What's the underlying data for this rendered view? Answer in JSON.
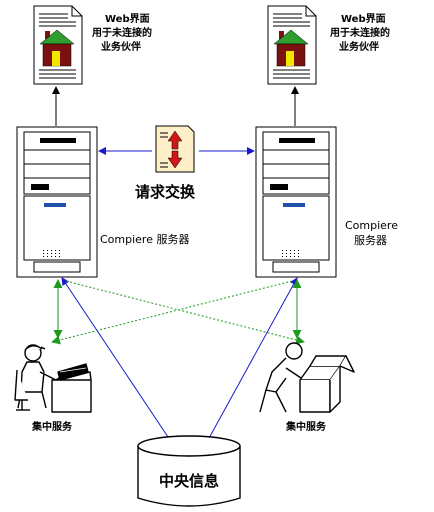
{
  "web_interface_left": {
    "line1": "Web界面",
    "line2": "用于未连接的",
    "line3": "业务伙伴"
  },
  "web_interface_right": {
    "line1": "Web界面",
    "line2": "用于未连接的",
    "line3": "业务伙伴"
  },
  "request_exchange": "请求交换",
  "server_left_label": "Compiere  服务器",
  "server_right_label": {
    "line1": "Compiere",
    "line2": "服务器"
  },
  "central_service_left": "集中服务",
  "central_service_right": "集中服务",
  "central_info": "中央信息",
  "colors": {
    "blue_link": "#1a1acc",
    "green_link": "#1e9a1e",
    "house_roof": "#2e9e2e",
    "house_body": "#7a1010",
    "house_window": "#f2e600",
    "arrow_up": "#d01818",
    "arrow_down": "#d01818"
  }
}
